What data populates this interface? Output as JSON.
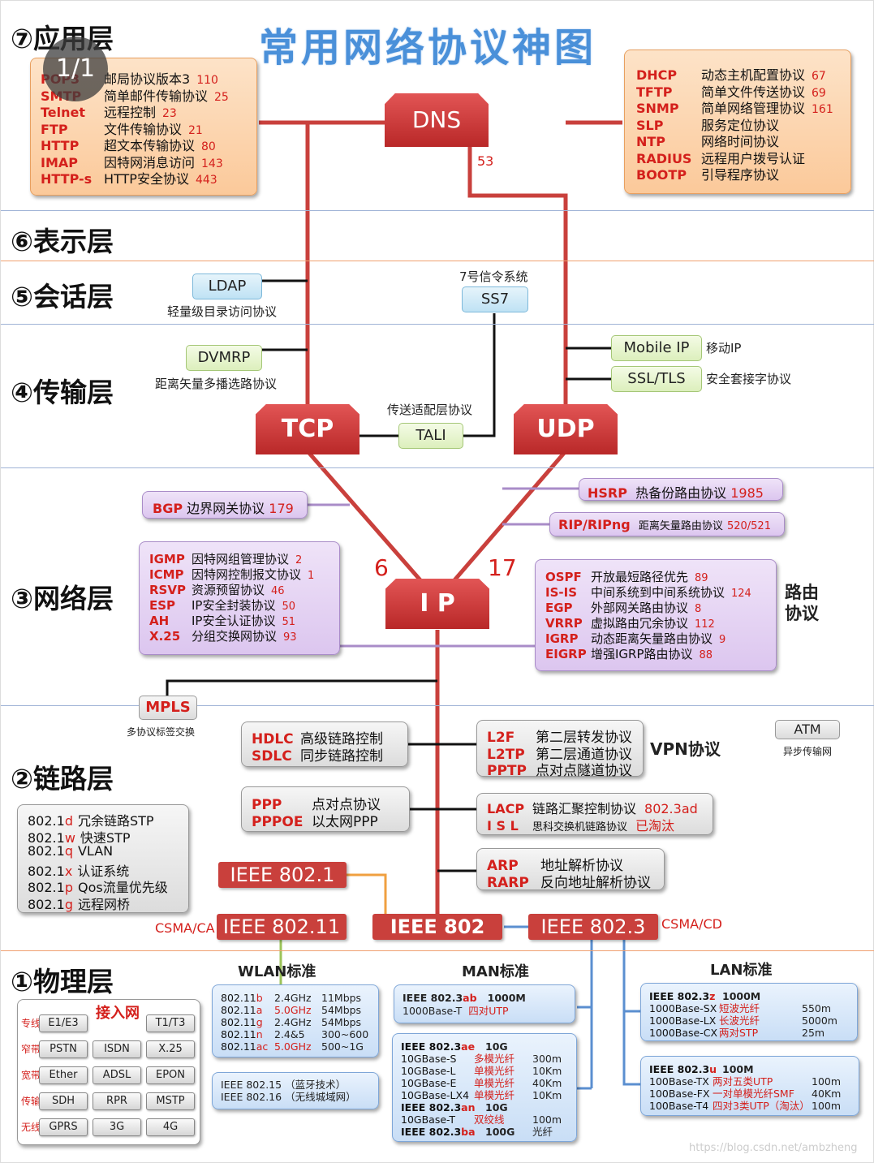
{
  "page": {
    "title": "常用网络协议神图",
    "page_indicator": "1/1",
    "watermark": "https://blog.csdn.net/ambzheng"
  },
  "layers": {
    "application": "⑦应用层",
    "presentation": "⑥表示层",
    "session": "⑤会话层",
    "transport": "④传输层",
    "network": "③网络层",
    "link": "②链路层",
    "physical": "①物理层"
  },
  "app_left": [
    {
      "name": "POP3",
      "desc": "邮局协议版本3",
      "port": "110"
    },
    {
      "name": "SMTP",
      "desc": "简单邮件传输协议",
      "port": "25"
    },
    {
      "name": "Telnet",
      "desc": "远程控制",
      "port": "23"
    },
    {
      "name": "FTP",
      "desc": "文件传输协议",
      "port": "21"
    },
    {
      "name": "HTTP",
      "desc": "超文本传输协议",
      "port": "80"
    },
    {
      "name": "IMAP",
      "desc": "因特网消息访问",
      "port": "143"
    },
    {
      "name": "HTTP-s",
      "desc": "HTTP安全协议",
      "port": "443"
    }
  ],
  "app_right": [
    {
      "name": "DHCP",
      "desc": "动态主机配置协议",
      "port": "67"
    },
    {
      "name": "TFTP",
      "desc": "简单文件传送协议",
      "port": "69"
    },
    {
      "name": "SNMP",
      "desc": "简单网络管理协议",
      "port": "161"
    },
    {
      "name": "SLP",
      "desc": "服务定位协议",
      "port": ""
    },
    {
      "name": "NTP",
      "desc": "网络时间协议",
      "port": ""
    },
    {
      "name": "RADIUS",
      "desc": "远程用户拨号认证",
      "port": ""
    },
    {
      "name": "BOOTP",
      "desc": "引导程序协议",
      "port": ""
    }
  ],
  "nodes": {
    "dns": "DNS",
    "dns_port": "53",
    "tcp": "TCP",
    "udp": "UDP",
    "ip": "I P",
    "tcp_num": "6",
    "udp_num": "17"
  },
  "session": {
    "ldap": "LDAP",
    "ldap_desc": "轻量级目录访问协议",
    "ss7_title": "7号信令系统",
    "ss7": "SS7"
  },
  "transport": {
    "dvmrp": "DVMRP",
    "dvmrp_desc": "距离矢量多播选路协议",
    "mobile_ip": "Mobile IP",
    "mobile_ip_desc": "移动IP",
    "ssl": "SSL/TLS",
    "ssl_desc": "安全套接字协议",
    "tali_title": "传送适配层协议",
    "tali": "TALI"
  },
  "network": {
    "bgp": {
      "name": "BGP",
      "desc": "边界网关协议",
      "port": "179"
    },
    "hsrp": {
      "name": "HSRP",
      "desc": "热备份路由协议",
      "port": "1985"
    },
    "rip": {
      "name": "RIP/RIPng",
      "desc": "距离矢量路由协议",
      "port": "520/521"
    },
    "left": [
      {
        "name": "IGMP",
        "desc": "因特网组管理协议",
        "port": "2"
      },
      {
        "name": "ICMP",
        "desc": "因特网控制报文协议",
        "port": "1"
      },
      {
        "name": "RSVP",
        "desc": "资源预留协议",
        "port": "46"
      },
      {
        "name": "ESP",
        "desc": "IP安全封装协议",
        "port": "50"
      },
      {
        "name": "AH",
        "desc": "IP安全认证协议",
        "port": "51"
      },
      {
        "name": "X.25",
        "desc": "分组交换网协议",
        "port": "93"
      }
    ],
    "right": [
      {
        "name": "OSPF",
        "desc": "开放最短路径优先",
        "port": "89"
      },
      {
        "name": "IS-IS",
        "desc": "中间系统到中间系统协议",
        "port": "124"
      },
      {
        "name": "EGP",
        "desc": "外部网关路由协议",
        "port": "8"
      },
      {
        "name": "VRRP",
        "desc": "虚拟路由冗余协议",
        "port": "112"
      },
      {
        "name": "IGRP",
        "desc": "动态距离矢量路由协议",
        "port": "9"
      },
      {
        "name": "EIGRP",
        "desc": "增强IGRP路由协议",
        "port": "88"
      }
    ],
    "routing_label_1": "路由",
    "routing_label_2": "协议"
  },
  "link": {
    "mpls": "MPLS",
    "mpls_desc": "多协议标签交换",
    "hdlc": [
      {
        "name": "HDLC",
        "desc": "高级链路控制"
      },
      {
        "name": "SDLC",
        "desc": "同步链路控制"
      }
    ],
    "ppp": [
      {
        "name": "PPP",
        "desc": "点对点协议"
      },
      {
        "name": "PPPOE",
        "desc": "以太网PPP"
      }
    ],
    "vpn": [
      {
        "name": "L2F",
        "desc": "第二层转发协议"
      },
      {
        "name": "L2TP",
        "desc": "第二层通道协议"
      },
      {
        "name": "PPTP",
        "desc": "点对点隧道协议"
      }
    ],
    "vpn_label": "VPN协议",
    "atm": "ATM",
    "atm_desc": "异步传输网",
    "lacp": [
      {
        "name": "LACP",
        "desc": "链路汇聚控制协议",
        "extra": "802.3ad"
      },
      {
        "name": "I S L",
        "desc": "思科交换机链路协议",
        "extra": "已淘汰"
      }
    ],
    "arp": [
      {
        "name": "ARP",
        "desc": "地址解析协议"
      },
      {
        "name": "RARP",
        "desc": "反向地址解析协议"
      }
    ],
    "dot1": [
      {
        "name": "802.1",
        "suffix": "d",
        "desc": "冗余链路STP"
      },
      {
        "name": "802.1",
        "suffix": "w",
        "desc": "快速STP"
      },
      {
        "name": "802.1",
        "suffix": "q",
        "desc": "VLAN"
      },
      {
        "name": "802.1",
        "suffix": "x",
        "desc": "认证系统"
      },
      {
        "name": "802.1",
        "suffix": "p",
        "desc": "Qos流量优先级"
      },
      {
        "name": "802.1",
        "suffix": "g",
        "desc": "远程网桥"
      }
    ],
    "ieee8021": "IEEE 802.1",
    "ieee80211": "IEEE 802.11",
    "ieee802": "IEEE 802",
    "ieee8023": "IEEE 802.3",
    "csma_ca": "CSMA/CA",
    "csma_cd": "CSMA/CD"
  },
  "physical": {
    "wlan_title": "WLAN标准",
    "man_title": "MAN标准",
    "lan_title": "LAN标准",
    "access_title": "接入网",
    "access_rows": [
      {
        "label": "专线",
        "items": [
          "E1/E3",
          "",
          "T1/T3"
        ]
      },
      {
        "label": "窄带",
        "items": [
          "PSTN",
          "ISDN",
          "X.25"
        ]
      },
      {
        "label": "宽带",
        "items": [
          "Ether",
          "ADSL",
          "EPON"
        ]
      },
      {
        "label": "传输",
        "items": [
          "SDH",
          "RPR",
          "MSTP"
        ]
      },
      {
        "label": "无线",
        "items": [
          "GPRS",
          "3G",
          "4G"
        ]
      }
    ],
    "wlan": [
      {
        "a": "802.11",
        "b": "b",
        "c": "2.4GHz",
        "d": "11Mbps"
      },
      {
        "a": "802.11",
        "b": "a",
        "c": "5.0GHz",
        "d": "54Mbps"
      },
      {
        "a": "802.11",
        "b": "g",
        "c": "2.4GHz",
        "d": "54Mbps"
      },
      {
        "a": "802.11",
        "b": "n",
        "c": "2.4&5",
        "d": "300~600"
      },
      {
        "a": "802.11",
        "b": "ac",
        "c": "5.0GHz",
        "d": "500~1G"
      }
    ],
    "wpan": [
      "IEEE 802.15 （蓝牙技术）",
      "IEEE 802.16 （无线城域网）"
    ],
    "man_a": {
      "head": "IEEE 802.3",
      "suffix": "ab",
      "speed": "1000M",
      "line2": "1000Base-T",
      "line2_red": "四对UTP"
    },
    "man_b": [
      {
        "a": "IEEE 802.3",
        "s": "ae",
        "red": "",
        "c": "10G",
        "bold": true
      },
      {
        "a": "10GBase-S",
        "s": "",
        "red": "多模光纤",
        "c": "300m",
        "bold": false
      },
      {
        "a": "10GBase-L",
        "s": "",
        "red": "单模光纤",
        "c": "10Km",
        "bold": false
      },
      {
        "a": "10GBase-E",
        "s": "",
        "red": "单模光纤",
        "c": "40Km",
        "bold": false
      },
      {
        "a": "10GBase-LX4",
        "s": "",
        "red": "单模光纤",
        "c": "10Km",
        "bold": false
      },
      {
        "a": "IEEE 802.3",
        "s": "an",
        "red": "",
        "c": "10G",
        "bold": true
      },
      {
        "a": "10GBase-T",
        "s": "",
        "red": "双绞线",
        "c": "100m",
        "bold": false
      },
      {
        "a": "IEEE 802.3",
        "s": "ba",
        "red": "",
        "c": "100G",
        "bold": true,
        "e": "光纤"
      }
    ],
    "lan_a": [
      {
        "a": "IEEE 802.3",
        "s": "z",
        "red": "",
        "c": "1000M",
        "bold": true
      },
      {
        "a": "1000Base-SX",
        "s": "",
        "red": "短波光纤",
        "c": "550m",
        "bold": false
      },
      {
        "a": "1000Base-LX",
        "s": "",
        "red": "长波光纤",
        "c": "5000m",
        "bold": false
      },
      {
        "a": "1000Base-CX",
        "s": "",
        "red": "两对STP",
        "c": "25m",
        "bold": false
      }
    ],
    "lan_b": [
      {
        "a": "IEEE 802.3",
        "s": "u",
        "red": "",
        "c": "100M",
        "bold": true
      },
      {
        "a": "100Base-TX",
        "s": "",
        "red": "两对五类UTP",
        "c": "100m",
        "bold": false
      },
      {
        "a": "100Base-FX",
        "s": "",
        "red": "一对单模光纤SMF",
        "c": "40Km",
        "bold": false
      },
      {
        "a": "100Base-T4",
        "s": "",
        "red": "四对3类UTP（淘汰）",
        "c": "100m",
        "bold": false
      }
    ]
  },
  "colors": {
    "accent_red": "#d4201c",
    "node_red": "#c9403c",
    "title_blue": "#4a90d9"
  }
}
